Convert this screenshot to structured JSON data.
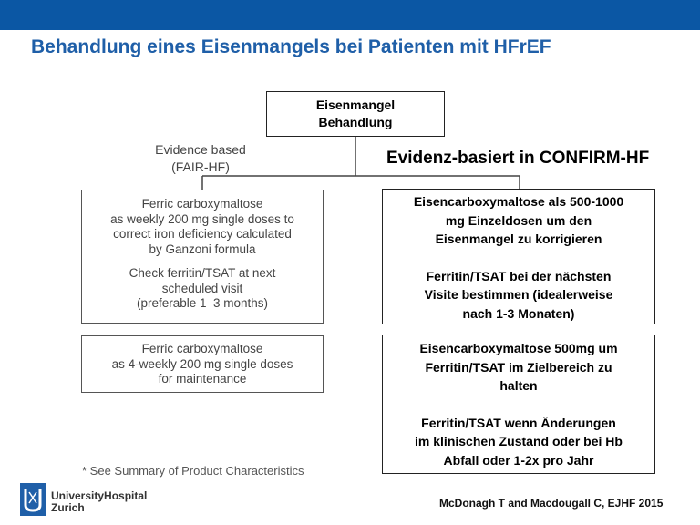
{
  "header": {
    "title": "Behandlung eines Eisenmangels bei Patienten mit HFrEF"
  },
  "diagram": {
    "top_box": {
      "line1": "Eisenmangel",
      "line2": "Behandlung"
    },
    "left_heading": {
      "line1": "Evidence based",
      "line2": "(FAIR-HF)"
    },
    "right_heading": "Evidenz-basiert in CONFIRM-HF",
    "left_box1": {
      "p1": [
        "Ferric carboxymaltose",
        "as weekly 200 mg single doses to",
        "correct iron deficiency calculated",
        "by Ganzoni formula"
      ],
      "p2": [
        "Check ferritin/TSAT at next",
        "scheduled visit",
        "(preferable 1–3 months)"
      ]
    },
    "left_box2": {
      "p1": [
        "Ferric carboxymaltose",
        "as 4-weekly 200 mg single doses",
        "for maintenance"
      ]
    },
    "right_box1": {
      "p1": [
        "Eisencarboxymaltose als 500-1000",
        "mg Einzeldosen um den",
        "Eisenmangel zu korrigieren"
      ],
      "p2": [
        "Ferritin/TSAT bei der nächsten",
        "Visite bestimmen (idealerweise",
        "nach 1-3 Monaten)"
      ]
    },
    "right_box2": {
      "p1": [
        "Eisencarboxymaltose 500mg um",
        "Ferritin/TSAT im Zielbereich zu",
        "halten"
      ],
      "p2": [
        "Ferritin/TSAT wenn Änderungen",
        "im klinischen Zustand oder bei Hb",
        "Abfall oder 1-2x pro Jahr"
      ]
    },
    "footnote": "* See Summary of Product Characteristics"
  },
  "footer": {
    "logo_line1": "UniversityHospital",
    "logo_line2": "Zurich",
    "citation": "McDonagh T and Macdougall C, EJHF 2015"
  },
  "colors": {
    "top_bar": "#0b57a4",
    "title": "#1f5fa8"
  }
}
